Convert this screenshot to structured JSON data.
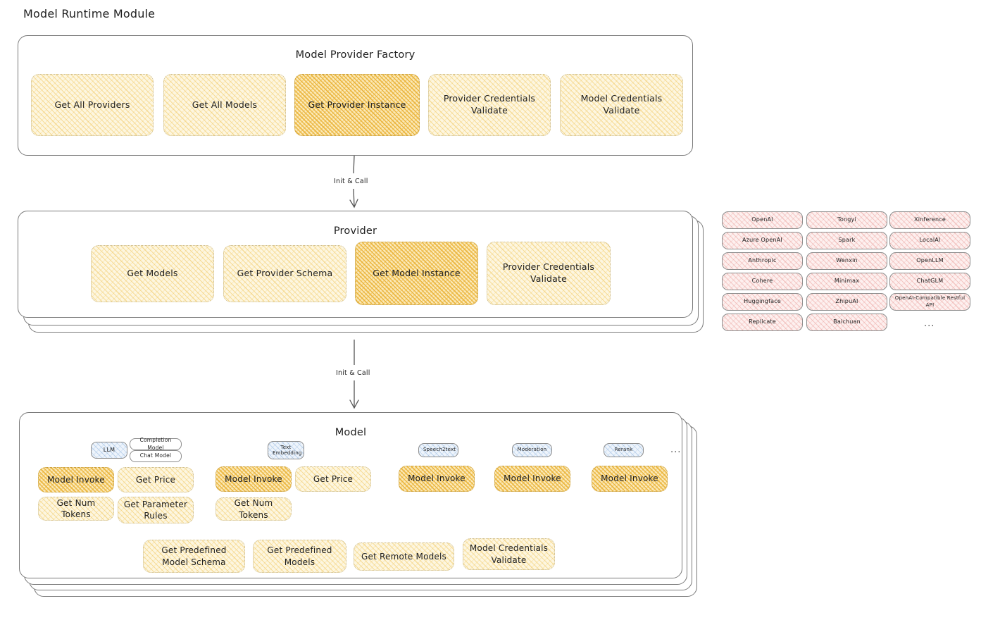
{
  "page": {
    "title": "Model Runtime Module"
  },
  "arrows": [
    {
      "label": "Init & Call"
    },
    {
      "label": "Init & Call"
    }
  ],
  "factory": {
    "title": "Model Provider Factory",
    "nodes": [
      {
        "label": "Get All Providers",
        "highlight": false
      },
      {
        "label": "Get All Models",
        "highlight": false
      },
      {
        "label": "Get Provider Instance",
        "highlight": true
      },
      {
        "label": "Provider Credentials Validate",
        "highlight": false
      },
      {
        "label": "Model Credentials Validate",
        "highlight": false
      }
    ]
  },
  "provider": {
    "title": "Provider",
    "nodes": [
      {
        "label": "Get Models",
        "highlight": false
      },
      {
        "label": "Get Provider Schema",
        "highlight": false
      },
      {
        "label": "Get Model Instance",
        "highlight": true
      },
      {
        "label": "Provider Credentials Validate",
        "highlight": false
      }
    ]
  },
  "provider_list": {
    "columns": [
      [
        "OpenAI",
        "Azure OpenAI",
        "Anthropic",
        "Cohere",
        "Huggingface",
        "Replicate"
      ],
      [
        "Tongyi",
        "Spark",
        "Wenxin",
        "Minimax",
        "ZhipuAI",
        "Baichuan"
      ],
      [
        "Xinference",
        "LocalAI",
        "OpenLLM",
        "ChatGLM",
        "OpenAI-Compatible Restful API"
      ]
    ],
    "more": "..."
  },
  "model": {
    "title": "Model",
    "more": "...",
    "types": [
      {
        "badge": "LLM",
        "sub_badges": [
          "Completion Model",
          "Chat Model"
        ],
        "ops": [
          {
            "label": "Model Invoke",
            "highlight": true
          },
          {
            "label": "Get Price",
            "highlight": false
          },
          {
            "label": "Get Num Tokens",
            "highlight": false
          },
          {
            "label": "Get Parameter Rules",
            "highlight": false
          }
        ]
      },
      {
        "badge": "Text Embedding",
        "sub_badges": [],
        "ops": [
          {
            "label": "Model Invoke",
            "highlight": true
          },
          {
            "label": "Get Price",
            "highlight": false
          },
          {
            "label": "Get Num Tokens",
            "highlight": false
          }
        ]
      },
      {
        "badge": "Speech2text",
        "sub_badges": [],
        "ops": [
          {
            "label": "Model Invoke",
            "highlight": true
          }
        ]
      },
      {
        "badge": "Moderation",
        "sub_badges": [],
        "ops": [
          {
            "label": "Model Invoke",
            "highlight": true
          }
        ]
      },
      {
        "badge": "Rerank",
        "sub_badges": [],
        "ops": [
          {
            "label": "Model Invoke",
            "highlight": true
          }
        ]
      }
    ],
    "shared_ops": [
      {
        "label": "Get Predefined Model Schema"
      },
      {
        "label": "Get Predefined Models"
      },
      {
        "label": "Get Remote Models"
      },
      {
        "label": "Model Credentials Validate"
      }
    ]
  },
  "colors": {
    "accent_yellow": "#fdf6e0",
    "accent_yellow_strong": "#fbe9b8",
    "accent_pink": "#fdf0ef",
    "accent_blue": "#eef4fb",
    "stroke": "#7a7a7a",
    "text": "#1e1e1e"
  }
}
